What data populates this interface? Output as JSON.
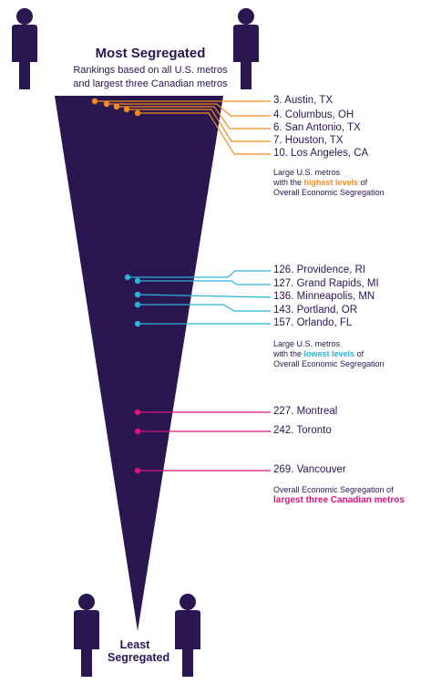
{
  "title": "Most Segregated",
  "subtitle_lines": [
    "Rankings based on all U.S. metros",
    "and largest three Canadian metros"
  ],
  "bottom_label_lines": [
    "Least",
    "Segregated"
  ],
  "colors": {
    "funnel": "#2a1650",
    "most": "#f28c1e",
    "least": "#2ab3d6",
    "canada": "#d4157a"
  },
  "groups": {
    "most": {
      "items": [
        "3. Austin, TX",
        "4. Columbus, OH",
        "6. San Antonio, TX",
        "7. Houston, TX",
        "10. Los Angeles, CA"
      ],
      "note_pre": "Large U.S. metros",
      "note_mid_pre": "with the ",
      "note_highlight": "highest levels",
      "note_mid_post": " of",
      "note_post": "Overall Economic Segregation"
    },
    "least": {
      "items": [
        "126. Providence, RI",
        "127. Grand Rapids, MI",
        "136. Minneapolis, MN",
        "143. Portland, OR",
        "157. Orlando, FL"
      ],
      "note_pre": "Large U.S. metros",
      "note_mid_pre": "with the ",
      "note_highlight": "lowest levels",
      "note_mid_post": " of",
      "note_post": "Overall Economic Segregation"
    },
    "canada": {
      "items": [
        "227. Montreal",
        "242. Toronto",
        "269. Vancouver"
      ],
      "note_pre": "Overall Economic Segregation of",
      "note_highlight": "largest three Canadian metros"
    }
  }
}
